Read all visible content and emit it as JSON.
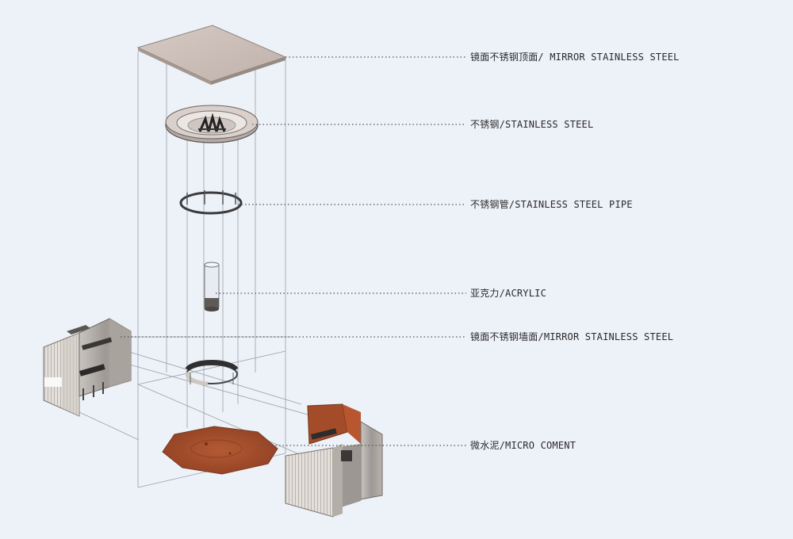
{
  "labels": [
    {
      "id": "ceiling",
      "text": "镜面不锈钢顶面/ MIRROR STAINLESS STEEL"
    },
    {
      "id": "steel",
      "text": "不锈钢/STAINLESS STEEL"
    },
    {
      "id": "pipe",
      "text": "不锈钢管/STAINLESS STEEL PIPE"
    },
    {
      "id": "acrylic",
      "text": "亚克力/ACRYLIC"
    },
    {
      "id": "wall",
      "text": "镜面不锈钢墙面/MIRROR STAINLESS STEEL"
    },
    {
      "id": "floor",
      "text": "微水泥/MICRO COMENT"
    }
  ],
  "colors": {
    "background": "#edf1f8",
    "steel": "#c9bcb5",
    "cement": "#a8502e",
    "wall": "#d8d3ce"
  }
}
